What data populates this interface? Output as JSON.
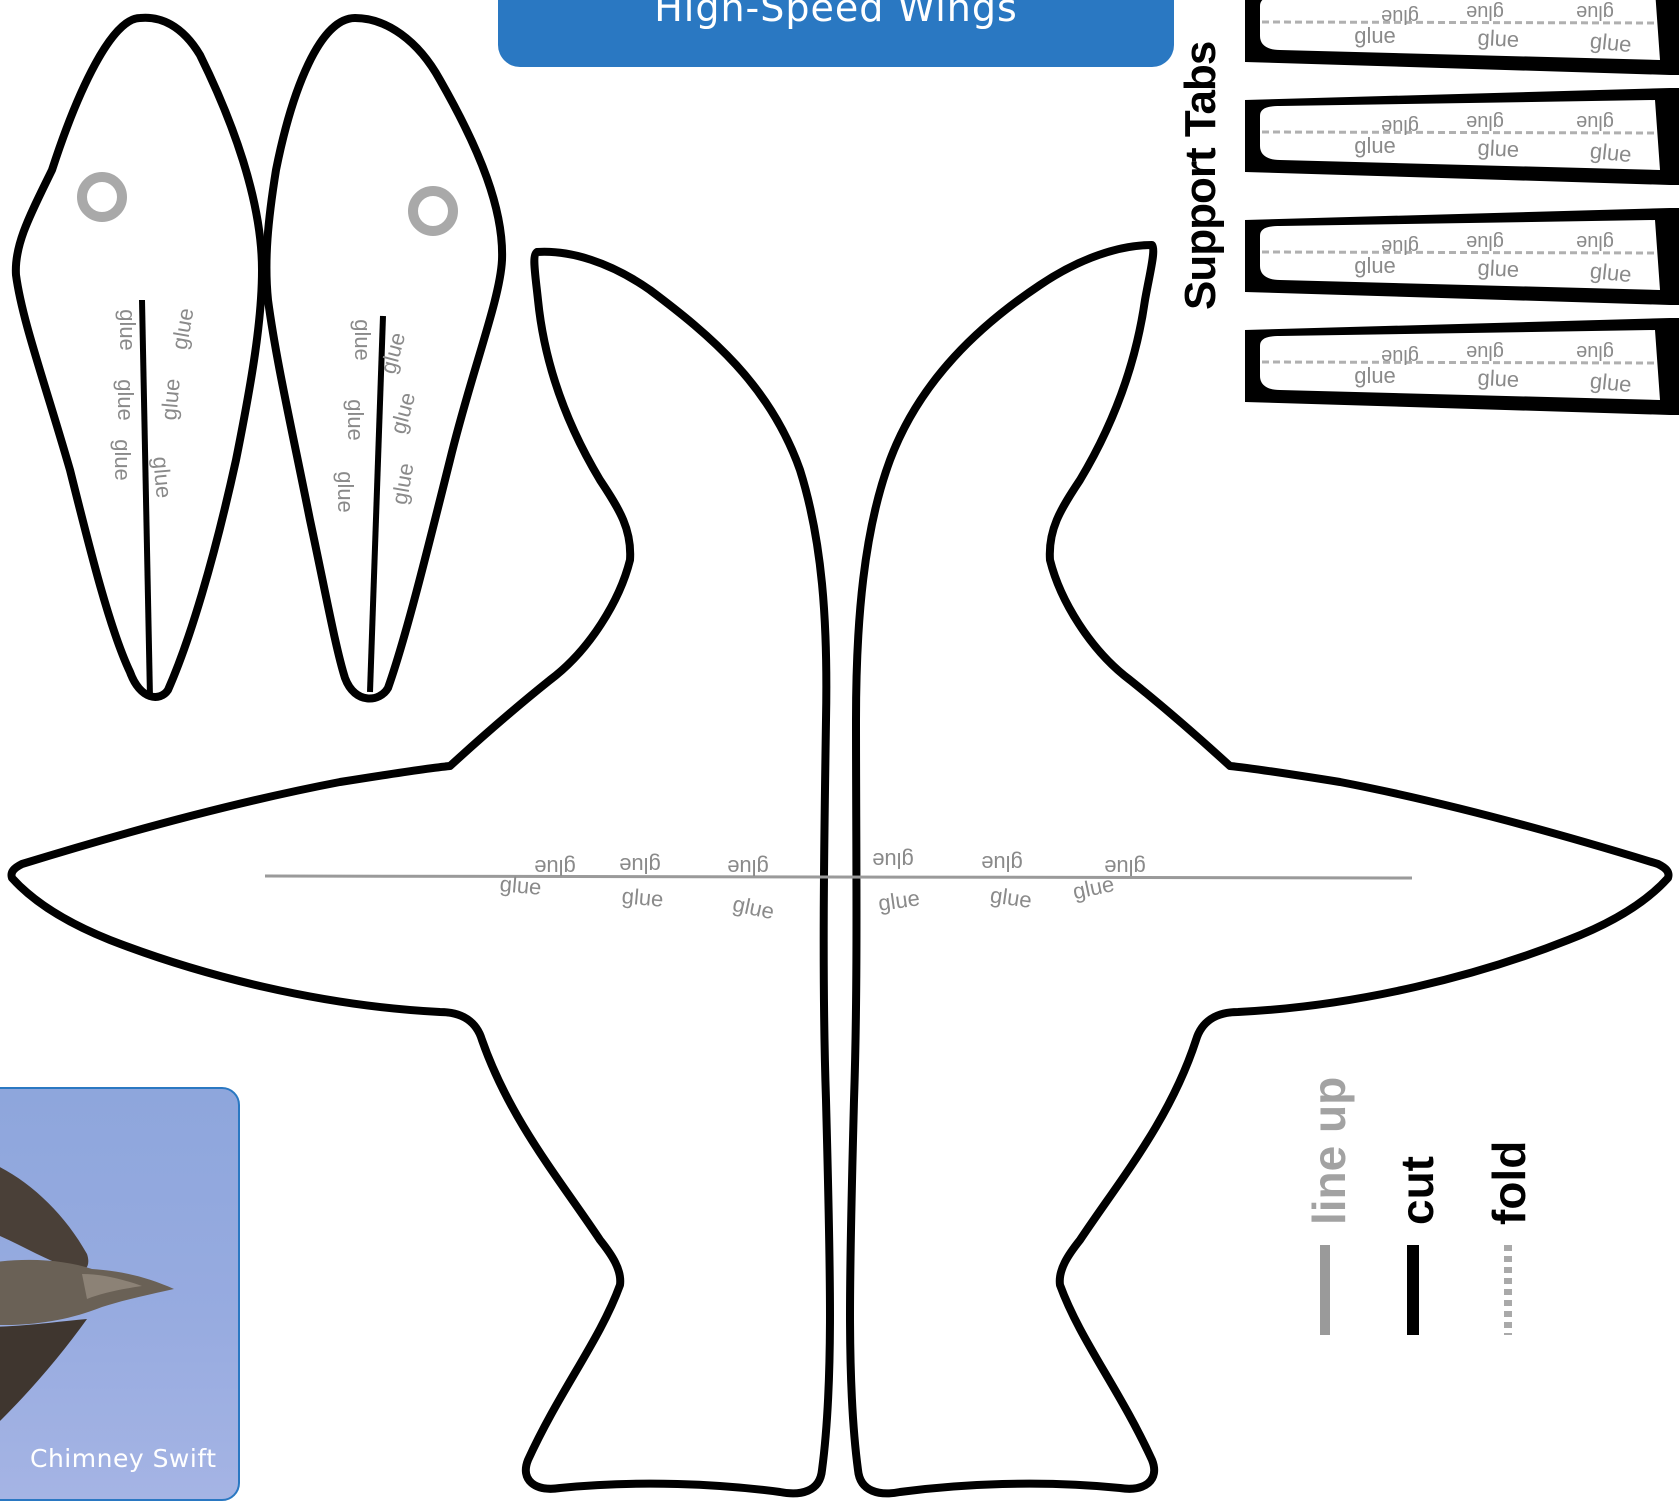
{
  "banner": {
    "title": "High-Speed Wings"
  },
  "photo": {
    "caption": "Chimney Swift"
  },
  "support_tabs": {
    "heading": "Support Tabs",
    "glue_word": "glue"
  },
  "glue_word": "glue",
  "legend": {
    "line_up": "line up",
    "cut": "cut",
    "fold": "fold"
  },
  "colors": {
    "banner": "#2a78c2",
    "outline": "#000000",
    "glue_text": "#8a8a8a",
    "guide_line": "#9a9a9a",
    "photo_sky": "#93a8de"
  }
}
